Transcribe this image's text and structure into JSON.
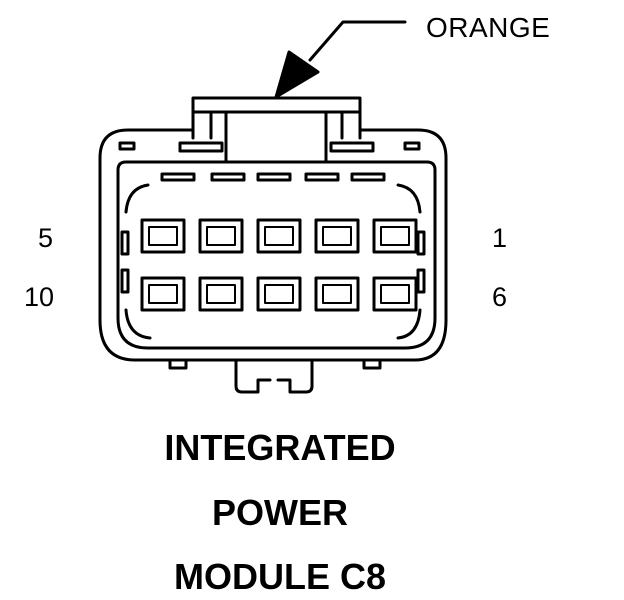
{
  "callout": {
    "color_label": "ORANGE"
  },
  "pins": {
    "top_left": "5",
    "top_right": "1",
    "bottom_left": "10",
    "bottom_right": "6"
  },
  "title": {
    "line1": "INTEGRATED",
    "line2": "POWER",
    "line3": "MODULE C8"
  },
  "connector": {
    "rows": 2,
    "cavities_per_row": 5,
    "color": "#000000"
  }
}
